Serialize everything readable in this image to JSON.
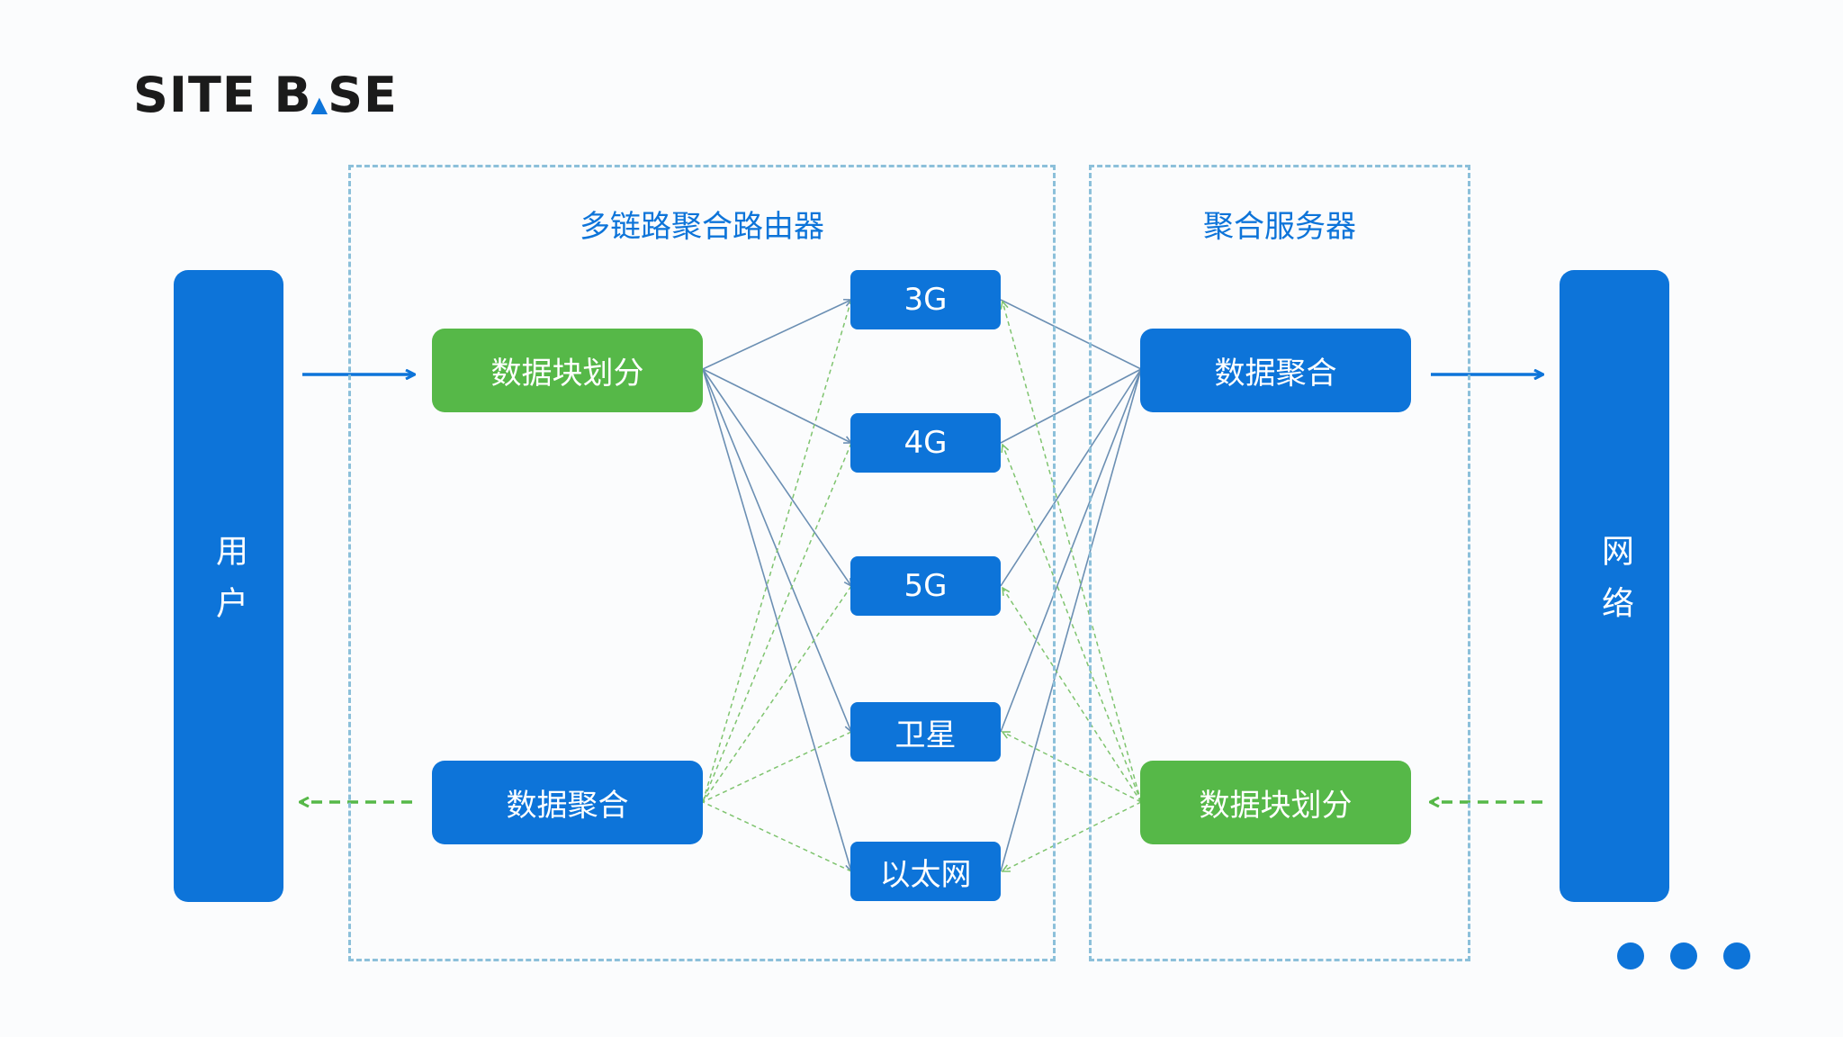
{
  "brand": {
    "logo_left": "SITE B",
    "logo_right": "SE"
  },
  "groups": {
    "router": {
      "title": "多链路聚合路由器"
    },
    "server": {
      "title": "聚合服务器"
    }
  },
  "endpoints": {
    "user": "用户",
    "network": "网络"
  },
  "router_nodes": {
    "split": "数据块划分",
    "merge": "数据聚合"
  },
  "server_nodes": {
    "merge": "数据聚合",
    "split": "数据块划分"
  },
  "links": [
    "3G",
    "4G",
    "5G",
    "卫星",
    "以太网"
  ],
  "colors": {
    "accent": "#0d74d9",
    "green": "#56b848",
    "dashed_border": "#8cc0da",
    "uplink_line": "#6b8fb3",
    "downlink_line": "#7fc46f"
  }
}
